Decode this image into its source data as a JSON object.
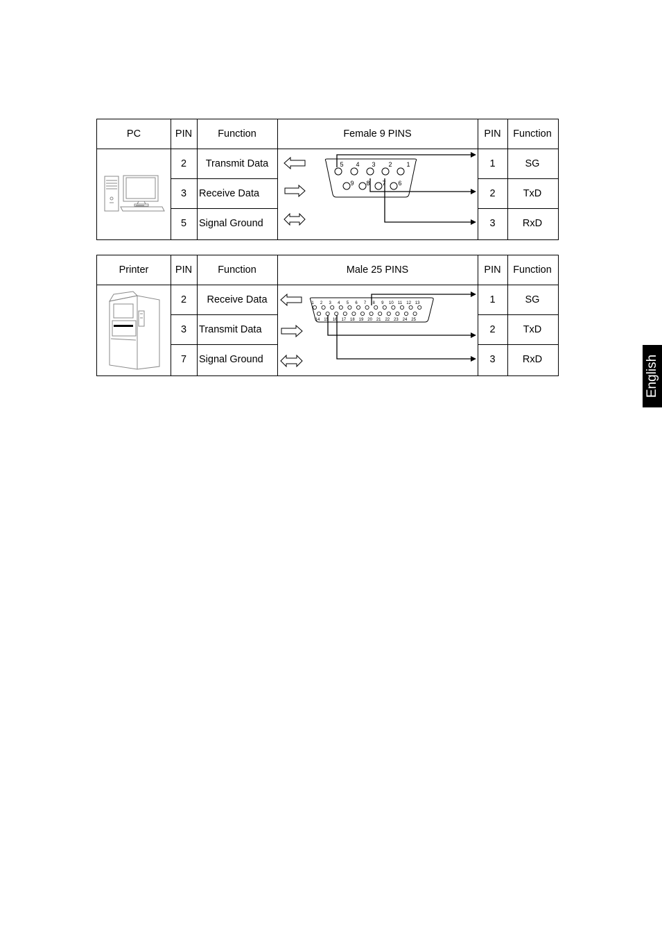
{
  "tables": [
    {
      "headers": {
        "device": "PC",
        "pin": "PIN",
        "function": "Function",
        "connector": "Female 9 PINS",
        "pin2": "PIN",
        "function2": "Function"
      },
      "rows": [
        {
          "pin": "2",
          "function": "Transmit Data",
          "pin2": "1",
          "function2": "SG"
        },
        {
          "pin": "3",
          "function": "Receive Data",
          "pin2": "2",
          "function2": "TxD"
        },
        {
          "pin": "5",
          "function": "Signal Ground",
          "pin2": "3",
          "function2": "RxD"
        }
      ],
      "connector_pins_top": [
        "5",
        "4",
        "3",
        "2",
        "1"
      ],
      "connector_pins_bottom": [
        "9",
        "8",
        "7",
        "6"
      ]
    },
    {
      "headers": {
        "device": "Printer",
        "pin": "PIN",
        "function": "Function",
        "connector": "Male 25 PINS",
        "pin2": "PIN",
        "function2": "Function"
      },
      "rows": [
        {
          "pin": "2",
          "function": "Receive Data",
          "pin2": "1",
          "function2": "SG"
        },
        {
          "pin": "3",
          "function": "Transmit Data",
          "pin2": "2",
          "function2": "TxD"
        },
        {
          "pin": "7",
          "function": "Signal Ground",
          "pin2": "3",
          "function2": "RxD"
        }
      ],
      "connector_pins_top": [
        "1",
        "2",
        "3",
        "4",
        "5",
        "6",
        "7",
        "8",
        "9",
        "10",
        "11",
        "12",
        "13"
      ],
      "connector_pins_bottom": [
        "14",
        "15",
        "16",
        "17",
        "18",
        "19",
        "20",
        "21",
        "22",
        "23",
        "24",
        "25"
      ]
    }
  ],
  "side_tab": {
    "label": "English"
  }
}
